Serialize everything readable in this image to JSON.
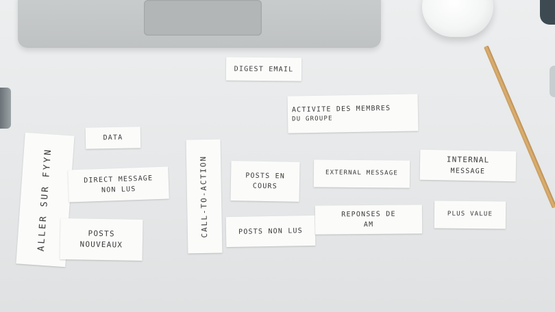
{
  "cards": {
    "digest_email": "DIGEST EMAIL",
    "activite_membres_line1": "ACTIVITE DES MEMBRES",
    "activite_membres_line2": "DU GROUPE",
    "data": "DATA",
    "aller_sur_fyyn": "ALLER SUR FYYN",
    "direct_message_line1": "DIRECT MESSAGE",
    "direct_message_line2": "NON LUS",
    "posts_nouveaux_line1": "POSTS",
    "posts_nouveaux_line2": "NOUVEAUX",
    "call_to_action": "CALL-TO-ACTION",
    "posts_en_cours_line1": "POSTS EN",
    "posts_en_cours_line2": "COURS",
    "posts_non_lus": "POSTS NON LUS",
    "external_message": "EXTERNAL MESSAGE",
    "internal_message_line1": "INTERNAL",
    "internal_message_line2": "MESSAGE",
    "reponses_line1": "REPONSES DE",
    "reponses_line2": "AM",
    "plus_value": "PLUS VALUE"
  }
}
